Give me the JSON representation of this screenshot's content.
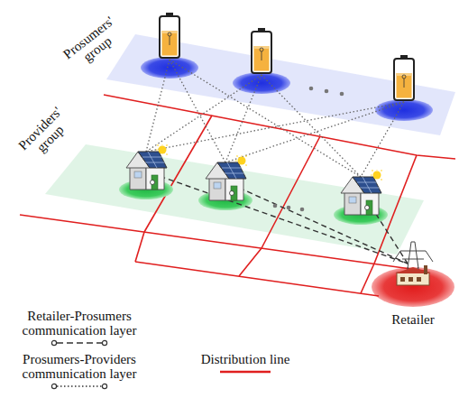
{
  "diagram": {
    "nodes": [
      {
        "text": [
          "Prosumers' group"
        ]
      },
      {
        "text": [
          "Providers' group"
        ]
      },
      {
        "text": [
          "Retailer"
        ]
      }
    ],
    "legend": [
      {
        "text": "Retailer-Prosumers communication layer"
      },
      {
        "text": "Prosumers-Providers communication layer"
      },
      {
        "text": "Distribution line"
      }
    ]
  }
}
